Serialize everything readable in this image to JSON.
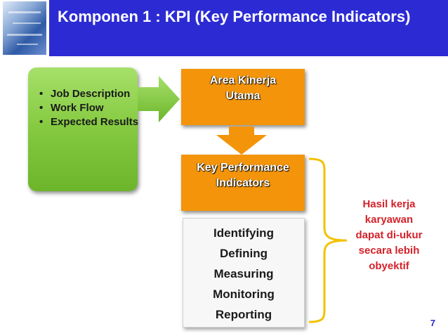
{
  "slide": {
    "title": "Komponen 1 : KPI (Key Performance Indicators)",
    "page_number": "7"
  },
  "inputs": {
    "items": [
      "Job Description",
      "Work Flow",
      "Expected Results"
    ]
  },
  "area_box": {
    "label": "Area Kinerja Utama"
  },
  "kpi_box": {
    "label": "Key Performance Indicators"
  },
  "process": {
    "steps": [
      "Identifying",
      "Defining",
      "Measuring",
      "Monitoring",
      "Reporting"
    ]
  },
  "result": {
    "text": "Hasil kerja karyawan dapat di-ukur secara lebih obyektif"
  },
  "colors": {
    "title_bar": "#2c2bd3",
    "green_box": "#84c93f",
    "orange": "#f3940a",
    "result_text": "#d4212a"
  }
}
